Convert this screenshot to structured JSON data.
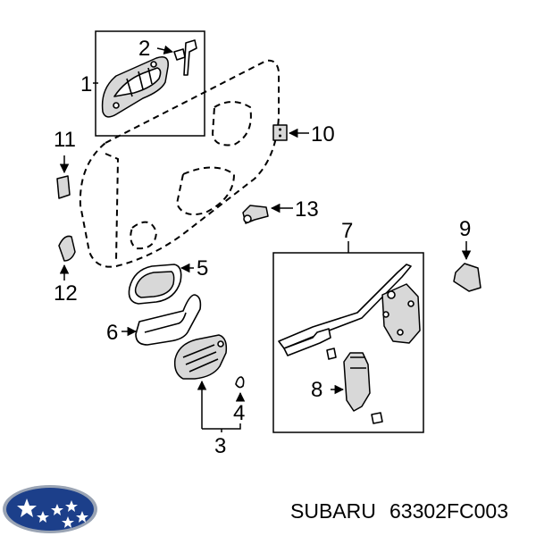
{
  "callouts": {
    "c1": "1",
    "c2": "2",
    "c3": "3",
    "c4": "4",
    "c5": "5",
    "c6": "6",
    "c7": "7",
    "c8": "8",
    "c9": "9",
    "c10": "10",
    "c11": "11",
    "c12": "12",
    "c13": "13"
  },
  "footer": {
    "brand": "SUBARU",
    "part_number": "63302FC003"
  },
  "colors": {
    "logo_blue": "#1c3f8a",
    "logo_ring": "#9aa4b4",
    "ink": "#000000"
  }
}
